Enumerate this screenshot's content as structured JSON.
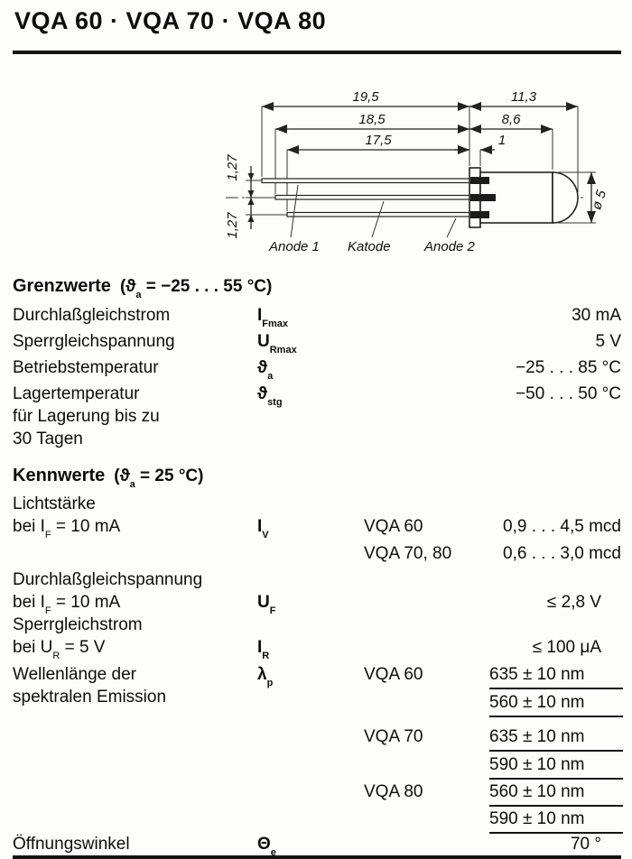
{
  "title": "VQA 60 · VQA 70 · VQA 80",
  "drawing": {
    "dims": {
      "l195": "19,5",
      "l113": "11,3",
      "l185": "18,5",
      "l86": "8,6",
      "l175": "17,5",
      "l1": "1",
      "l127a": "1,27",
      "l127b": "1,27",
      "dia": "ø 5"
    },
    "pins": {
      "anode1": "Anode 1",
      "katode": "Katode",
      "anode2": "Anode 2"
    }
  },
  "grenzwerte": {
    "heading": "Grenzwerte",
    "c1": "(ϑ",
    "csub": "a",
    "c2": " = −25 . . . 55 °C)",
    "rows": [
      {
        "label": "Durchlaßgleichstrom",
        "sb": "I",
        "ss": "Fmax",
        "value": "30 mA"
      },
      {
        "label": "Sperrgleichspannung",
        "sb": "U",
        "ss": "Rmax",
        "value": "5 V"
      },
      {
        "label": "Betriebstemperatur",
        "sb": "ϑ",
        "ss": "a",
        "value": "−25 . . . 85 °C"
      },
      {
        "label": "Lagertemperatur",
        "label2": "für Lagerung bis zu",
        "label3": "30 Tagen",
        "sb": "ϑ",
        "ss": "stg",
        "value": "−50 . . . 50 °C"
      }
    ]
  },
  "kennwerte": {
    "heading": "Kennwerte",
    "c1": "(ϑ",
    "csub": "a",
    "c2": " = 25 °C)",
    "licht": {
      "l1": "Lichtstärke",
      "l2a": "bei I",
      "l2s": "F",
      "l2b": " = 10 mA",
      "sb": "I",
      "ss": "V",
      "rows": [
        {
          "variant": "VQA 60",
          "value": "0,9 . . . 4,5 mcd"
        },
        {
          "variant": "VQA 70, 80",
          "value": "0,6 . . . 3,0 mcd"
        }
      ]
    },
    "uf": {
      "l1": "Durchlaßgleichspannung",
      "l2a": "bei I",
      "l2s": "F",
      "l2b": " = 10 mA",
      "sb": "U",
      "ss": "F",
      "value": "≤ 2,8 V"
    },
    "ir": {
      "l1": "Sperrgleichstrom",
      "l2a": "bei U",
      "l2s": "R",
      "l2b": " = 5 V",
      "sb": "I",
      "ss": "R",
      "value": "≤ 100 μA"
    },
    "lambda": {
      "l1": "Wellenlänge der",
      "l2": "spektralen Emission",
      "sb": "λ",
      "ss": "p",
      "rows": [
        {
          "variant": "VQA 60",
          "v1": "635 ± 10 nm",
          "v2": "560 ± 10 nm"
        },
        {
          "variant": "VQA 70",
          "v1": "635 ± 10 nm",
          "v2": "590 ± 10 nm"
        },
        {
          "variant": "VQA 80",
          "v1": "560 ± 10 nm",
          "v2": "590 ± 10 nm"
        }
      ]
    },
    "theta": {
      "label": "Öffnungswinkel",
      "sb": "Θ",
      "ss": "e",
      "value": "70 °"
    }
  }
}
